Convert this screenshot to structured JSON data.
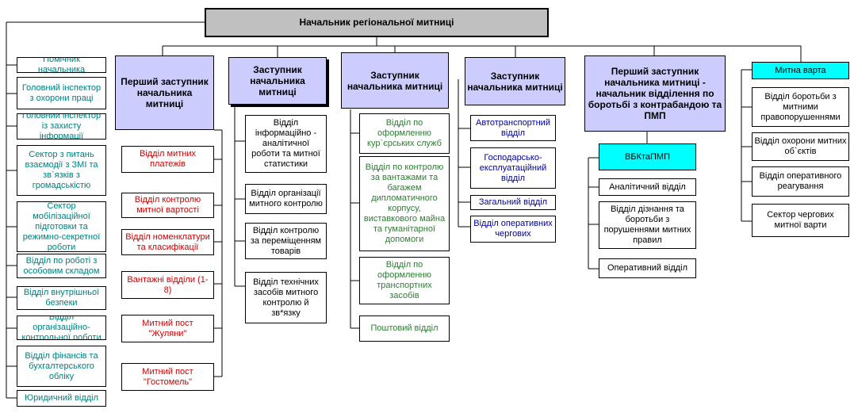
{
  "head": "Начальник регіональної митниці",
  "left_units": [
    "Помічник начальника",
    "Головний інспектор з охорони праці",
    "Головний інспектор із захисту інформації",
    "Сектор з питань взаємодії з ЗМІ та зв`язків з громадськістю",
    "Сектор мобілізаційної підготовки та режимно-секретної роботи",
    "Відділ по роботі з особовим складом",
    "Відділ внутрішньої безпеки",
    "Відділ організаційно-контрольної роботи",
    "Відділ фінансів та бухгалтерського обліку",
    "Юридичний відділ"
  ],
  "deputy1": {
    "title": "Перший заступник начальника митниці",
    "units": [
      "Відділ митних платежів",
      "Відділ контролю митної вартості",
      "Відділ номенклатури та класифікації",
      "Вантажні відділи (1-8)",
      "Митний пост \"Жуляни\"",
      "Митний пост \"Гостомель\""
    ]
  },
  "deputy2": {
    "title": "Заступник начальника митниці",
    "units": [
      "Відділ інформаційно - аналітичної роботи та митної статистики",
      "Відділ організації митного контролю",
      "Відділ контролю за переміщенням товарів",
      "Відділ технічних засобів митного контролю й зв*язку"
    ]
  },
  "deputy3": {
    "title": "Заступник начальника митниці",
    "units": [
      "Відділ по оформленню кур`єрських служб",
      "Відділ по контролю за вантажами та багажем дипломатичного корпусу, виставкового майна та гуманітарної допомоги",
      "Відділ по оформленню транспортних засобів",
      "Поштовий відділ"
    ]
  },
  "deputy4": {
    "title": "Заступник начальника митниці",
    "units": [
      "Автотранспортний відділ",
      "Господарсько-експлуатаційний відділ",
      "Загальний відділ",
      "Відділ оперативних чергових"
    ]
  },
  "deputy5": {
    "title": "Перший заступник начальника митниці - начальник відділення по боротьбі з контрабандою та ПМП",
    "sub": "ВБКтаПМП",
    "units": [
      "Аналітичний відділ",
      "Відділ дізнання та боротьби з порушеннями митних правил",
      "Оперативний відділ"
    ]
  },
  "guard": {
    "title": "Митна варта",
    "units": [
      "Відділ боротьби з митними правопорушеннями",
      "Відділ охорони митних об`єктів",
      "Відділ оперативного реагування",
      "Сектор чергових митної варти"
    ]
  },
  "colors": {
    "teal": "#008080",
    "red": "#cc0000",
    "green": "#2e7d32",
    "blue": "#000099",
    "dept_fill": "#ccccff",
    "head_fill": "#c0c0c0",
    "guard_fill": "#00ffff"
  }
}
